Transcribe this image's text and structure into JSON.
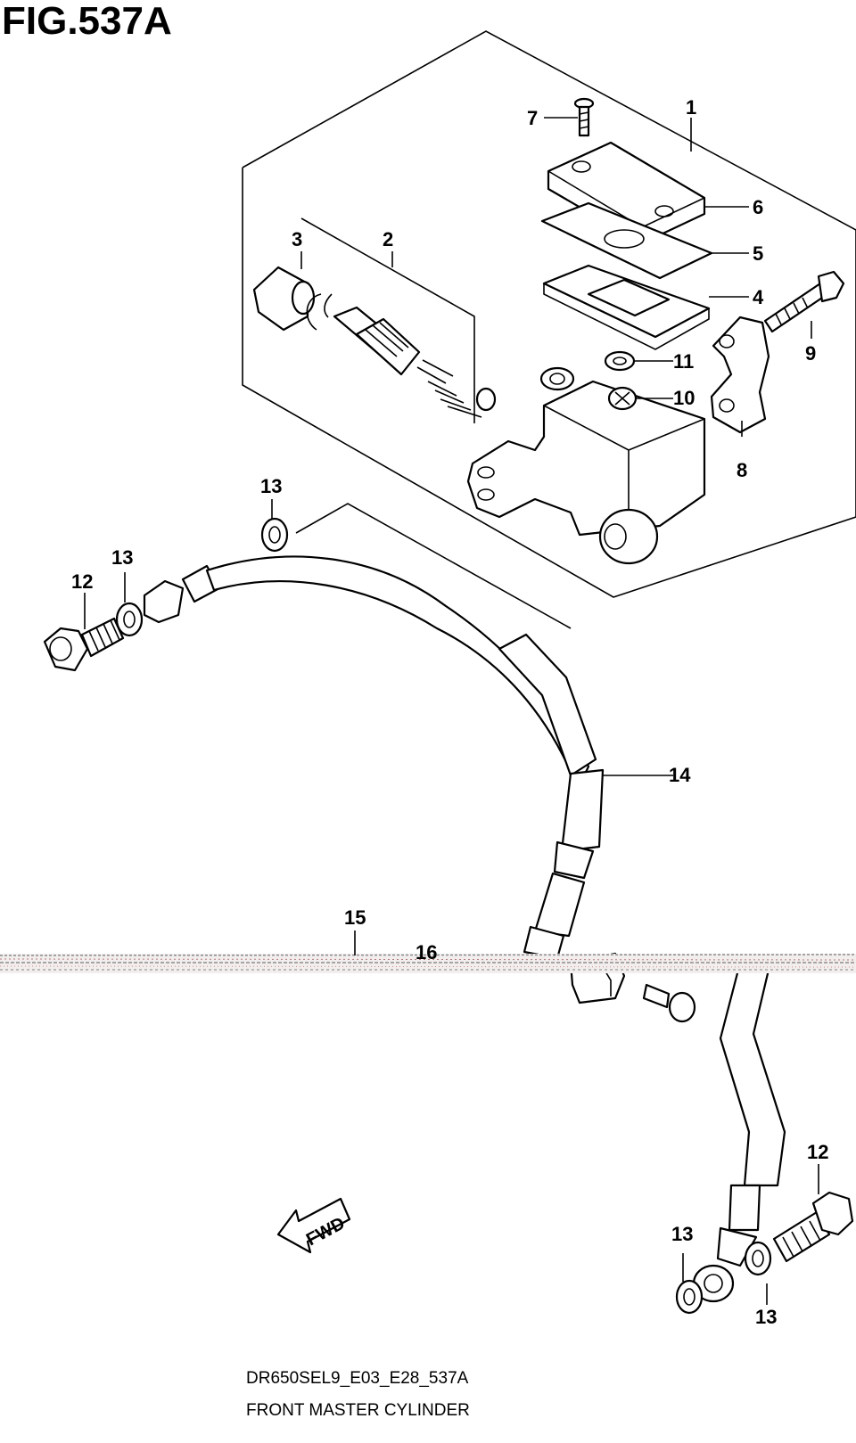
{
  "figure": {
    "title": "FIG.537A",
    "model_code": "DR650SEL9_E03_E28_537A",
    "caption": "FRONT MASTER CYLINDER",
    "fwd_label": "FWD"
  },
  "callouts": [
    {
      "id": "c1",
      "label": "1"
    },
    {
      "id": "c2",
      "label": "2"
    },
    {
      "id": "c3",
      "label": "3"
    },
    {
      "id": "c4",
      "label": "4"
    },
    {
      "id": "c5",
      "label": "5"
    },
    {
      "id": "c6",
      "label": "6"
    },
    {
      "id": "c7",
      "label": "7"
    },
    {
      "id": "c8",
      "label": "8"
    },
    {
      "id": "c9",
      "label": "9"
    },
    {
      "id": "c10",
      "label": "10"
    },
    {
      "id": "c11",
      "label": "11"
    },
    {
      "id": "c12a",
      "label": "12"
    },
    {
      "id": "c12b",
      "label": "12"
    },
    {
      "id": "c13a",
      "label": "13"
    },
    {
      "id": "c13b",
      "label": "13"
    },
    {
      "id": "c13c",
      "label": "13"
    },
    {
      "id": "c13d",
      "label": "13"
    },
    {
      "id": "c14",
      "label": "14"
    },
    {
      "id": "c15",
      "label": "15"
    },
    {
      "id": "c16",
      "label": "16"
    }
  ]
}
